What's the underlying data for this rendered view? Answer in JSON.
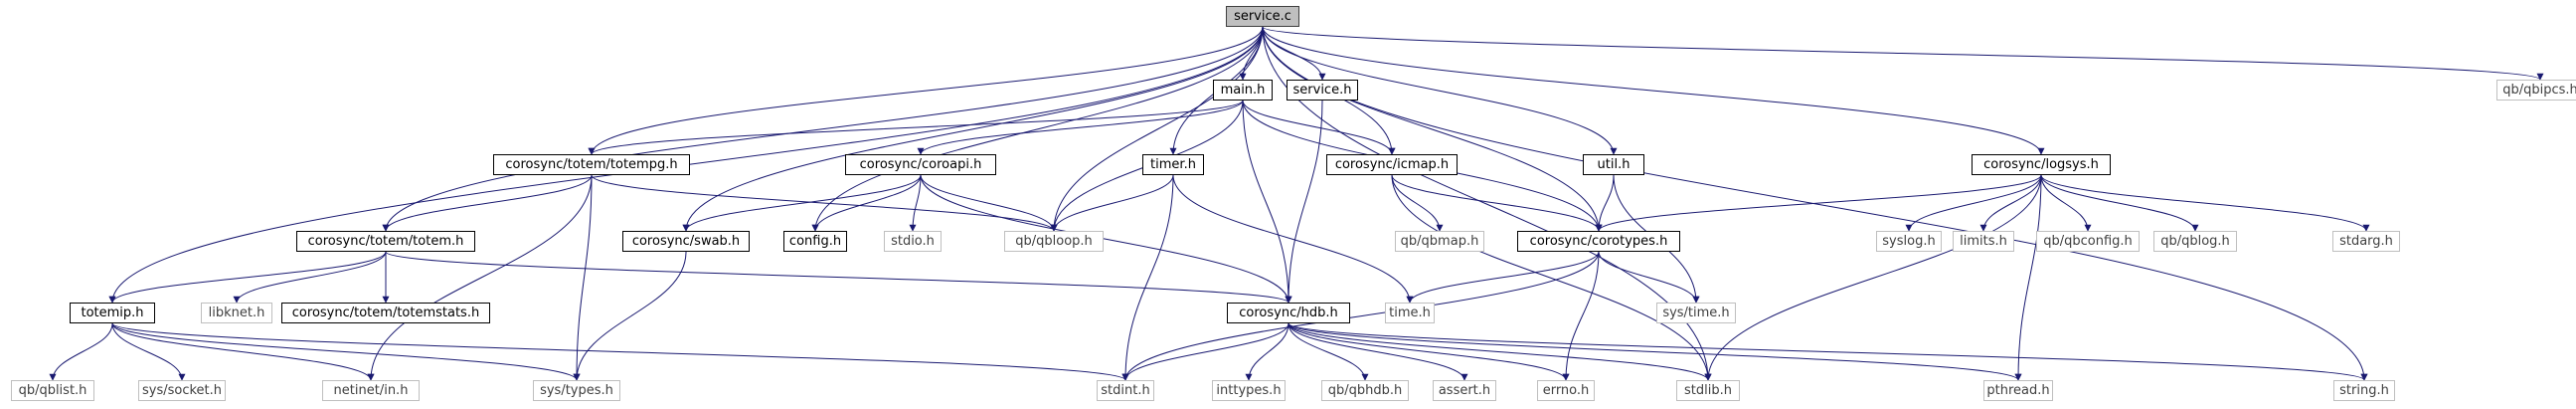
{
  "graph": {
    "root": "service.c",
    "nodes": [
      {
        "id": "service_c",
        "label": "service.c",
        "kind": "root"
      },
      {
        "id": "main_h",
        "label": "main.h",
        "kind": "doc"
      },
      {
        "id": "service_h",
        "label": "service.h",
        "kind": "doc"
      },
      {
        "id": "qbipcs",
        "label": "qb/qbipcs.h",
        "kind": "ext"
      },
      {
        "id": "totempg",
        "label": "corosync/totem/totempg.h",
        "kind": "doc"
      },
      {
        "id": "coroapi",
        "label": "corosync/coroapi.h",
        "kind": "doc"
      },
      {
        "id": "timer_h",
        "label": "timer.h",
        "kind": "doc"
      },
      {
        "id": "icmap",
        "label": "corosync/icmap.h",
        "kind": "doc"
      },
      {
        "id": "util_h",
        "label": "util.h",
        "kind": "doc"
      },
      {
        "id": "logsys",
        "label": "corosync/logsys.h",
        "kind": "doc"
      },
      {
        "id": "totem_h",
        "label": "corosync/totem/totem.h",
        "kind": "doc"
      },
      {
        "id": "swab",
        "label": "corosync/swab.h",
        "kind": "doc"
      },
      {
        "id": "config_h",
        "label": "config.h",
        "kind": "doc"
      },
      {
        "id": "stdio_h",
        "label": "stdio.h",
        "kind": "ext"
      },
      {
        "id": "qbloop",
        "label": "qb/qbloop.h",
        "kind": "ext"
      },
      {
        "id": "qbmap",
        "label": "qb/qbmap.h",
        "kind": "ext"
      },
      {
        "id": "corotypes",
        "label": "corosync/corotypes.h",
        "kind": "doc"
      },
      {
        "id": "syslog_h",
        "label": "syslog.h",
        "kind": "ext"
      },
      {
        "id": "limits_h",
        "label": "limits.h",
        "kind": "ext"
      },
      {
        "id": "qbconfig",
        "label": "qb/qbconfig.h",
        "kind": "ext"
      },
      {
        "id": "qblog",
        "label": "qb/qblog.h",
        "kind": "ext"
      },
      {
        "id": "stdarg_h",
        "label": "stdarg.h",
        "kind": "ext"
      },
      {
        "id": "totemip",
        "label": "totemip.h",
        "kind": "doc"
      },
      {
        "id": "libknet",
        "label": "libknet.h",
        "kind": "ext"
      },
      {
        "id": "totemstats",
        "label": "corosync/totem/totemstats.h",
        "kind": "doc"
      },
      {
        "id": "hdb",
        "label": "corosync/hdb.h",
        "kind": "doc"
      },
      {
        "id": "time_h",
        "label": "time.h",
        "kind": "ext"
      },
      {
        "id": "systime",
        "label": "sys/time.h",
        "kind": "ext"
      },
      {
        "id": "qblist",
        "label": "qb/qblist.h",
        "kind": "ext"
      },
      {
        "id": "syssocket",
        "label": "sys/socket.h",
        "kind": "ext"
      },
      {
        "id": "netinet",
        "label": "netinet/in.h",
        "kind": "ext"
      },
      {
        "id": "systypes",
        "label": "sys/types.h",
        "kind": "ext"
      },
      {
        "id": "stdint_h",
        "label": "stdint.h",
        "kind": "ext"
      },
      {
        "id": "inttypes_h",
        "label": "inttypes.h",
        "kind": "ext"
      },
      {
        "id": "qbhdb",
        "label": "qb/qbhdb.h",
        "kind": "ext"
      },
      {
        "id": "assert_h",
        "label": "assert.h",
        "kind": "ext"
      },
      {
        "id": "errno_h",
        "label": "errno.h",
        "kind": "ext"
      },
      {
        "id": "stdlib_h",
        "label": "stdlib.h",
        "kind": "ext"
      },
      {
        "id": "pthread_h",
        "label": "pthread.h",
        "kind": "ext"
      },
      {
        "id": "string_h",
        "label": "string.h",
        "kind": "ext"
      }
    ],
    "edges": [
      [
        "service_c",
        "main_h"
      ],
      [
        "service_c",
        "service_h"
      ],
      [
        "service_c",
        "qbipcs"
      ],
      [
        "service_c",
        "totempg"
      ],
      [
        "service_c",
        "timer_h"
      ],
      [
        "service_c",
        "icmap"
      ],
      [
        "service_c",
        "util_h"
      ],
      [
        "service_c",
        "logsys"
      ],
      [
        "service_c",
        "totem_h"
      ],
      [
        "service_c",
        "swab"
      ],
      [
        "service_c",
        "config_h"
      ],
      [
        "service_c",
        "qbloop"
      ],
      [
        "service_c",
        "corotypes"
      ],
      [
        "service_c",
        "totemip"
      ],
      [
        "service_c",
        "stdlib_h"
      ],
      [
        "service_c",
        "string_h"
      ],
      [
        "main_h",
        "totempg"
      ],
      [
        "main_h",
        "coroapi"
      ],
      [
        "main_h",
        "icmap"
      ],
      [
        "main_h",
        "qbloop"
      ],
      [
        "main_h",
        "corotypes"
      ],
      [
        "main_h",
        "hdb"
      ],
      [
        "service_h",
        "hdb"
      ],
      [
        "totempg",
        "totem_h"
      ],
      [
        "totempg",
        "qbloop"
      ],
      [
        "totempg",
        "netinet"
      ],
      [
        "totempg",
        "systypes"
      ],
      [
        "coroapi",
        "swab"
      ],
      [
        "coroapi",
        "config_h"
      ],
      [
        "coroapi",
        "stdio_h"
      ],
      [
        "coroapi",
        "qbloop"
      ],
      [
        "coroapi",
        "hdb"
      ],
      [
        "timer_h",
        "qbloop"
      ],
      [
        "timer_h",
        "stdint_h"
      ],
      [
        "timer_h",
        "time_h"
      ],
      [
        "icmap",
        "qbmap"
      ],
      [
        "icmap",
        "corotypes"
      ],
      [
        "icmap",
        "stdlib_h"
      ],
      [
        "util_h",
        "corotypes"
      ],
      [
        "util_h",
        "systime"
      ],
      [
        "logsys",
        "corotypes"
      ],
      [
        "logsys",
        "syslog_h"
      ],
      [
        "logsys",
        "limits_h"
      ],
      [
        "logsys",
        "qbconfig"
      ],
      [
        "logsys",
        "qblog"
      ],
      [
        "logsys",
        "stdarg_h"
      ],
      [
        "logsys",
        "stdlib_h"
      ],
      [
        "logsys",
        "pthread_h"
      ],
      [
        "totem_h",
        "totemip"
      ],
      [
        "totem_h",
        "libknet"
      ],
      [
        "totem_h",
        "totemstats"
      ],
      [
        "totem_h",
        "hdb"
      ],
      [
        "swab",
        "systypes"
      ],
      [
        "corotypes",
        "time_h"
      ],
      [
        "corotypes",
        "systime"
      ],
      [
        "corotypes",
        "errno_h"
      ],
      [
        "corotypes",
        "stdint_h"
      ],
      [
        "totemip",
        "qblist"
      ],
      [
        "totemip",
        "syssocket"
      ],
      [
        "totemip",
        "netinet"
      ],
      [
        "totemip",
        "systypes"
      ],
      [
        "totemip",
        "stdint_h"
      ],
      [
        "hdb",
        "stdint_h"
      ],
      [
        "hdb",
        "inttypes_h"
      ],
      [
        "hdb",
        "qbhdb"
      ],
      [
        "hdb",
        "assert_h"
      ],
      [
        "hdb",
        "errno_h"
      ],
      [
        "hdb",
        "stdlib_h"
      ],
      [
        "hdb",
        "pthread_h"
      ],
      [
        "hdb",
        "string_h"
      ]
    ],
    "colors": {
      "edge": "#191970",
      "border": "#000000",
      "ext_border": "#bfbfbf",
      "root_fill": "#bfbfbf"
    }
  }
}
